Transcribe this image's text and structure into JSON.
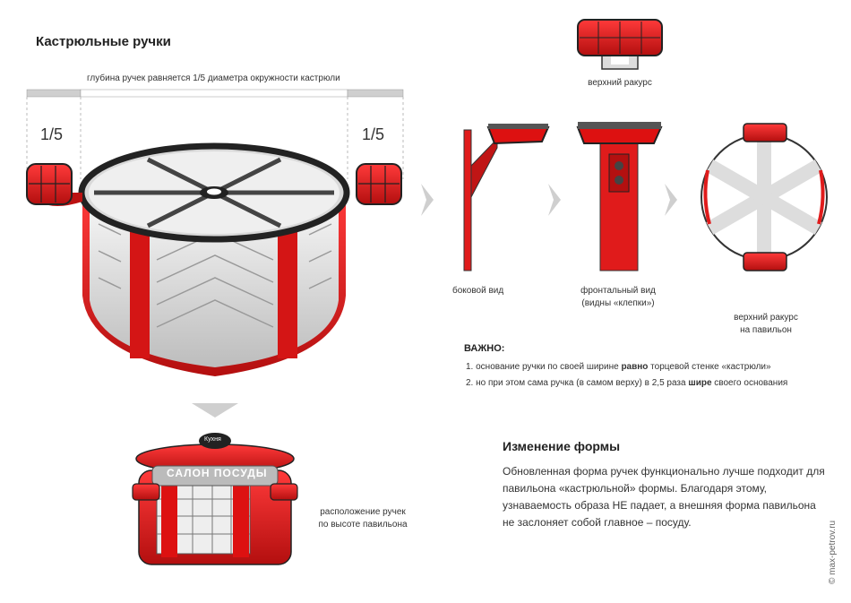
{
  "header": {
    "title": "Кастрюльные ручки"
  },
  "depth_note": "глубина ручек равняется 1/5 диаметра окружности кастрюли",
  "fraction_left": "1/5",
  "fraction_right": "1/5",
  "views": {
    "top_view": "верхний ракурс",
    "side_view": "боковой вид",
    "front_view_line1": "фронтальный вид",
    "front_view_line2": "(видны «клепки»)",
    "top_pavilion_line1": "верхний ракурс",
    "top_pavilion_line2": "на павильон"
  },
  "important": {
    "heading": "ВАЖНО:",
    "item1_pre": "1. основание ручки по своей ширине ",
    "item1_bold": "равно",
    "item1_post": " торцевой стенке «кастрюли»",
    "item2_pre": "2. но при этом сама ручка (в самом верху) в 2,5 раза ",
    "item2_bold": "шире",
    "item2_post": " своего основания"
  },
  "placement": {
    "line1": "расположение ручек",
    "line2": "по высоте павильона"
  },
  "pavilion": {
    "sign": "САЛОН ПОСУДЫ",
    "lid_logo": "Кухня"
  },
  "shape_change": {
    "heading": "Изменение формы",
    "text": "Обновленная форма ручек функционально лучше подходит для павильона «кастрюльной» формы. Благодаря этому,  узнаваемость образа НЕ падает, а внешняя форма павильона не заслоняет собой главное – посуду."
  },
  "copyright": "© max-petrov.ru",
  "colors": {
    "red": "#e01b1b",
    "dark_red": "#a00d0d",
    "grey": "#c9c9c9",
    "dark": "#333333"
  }
}
